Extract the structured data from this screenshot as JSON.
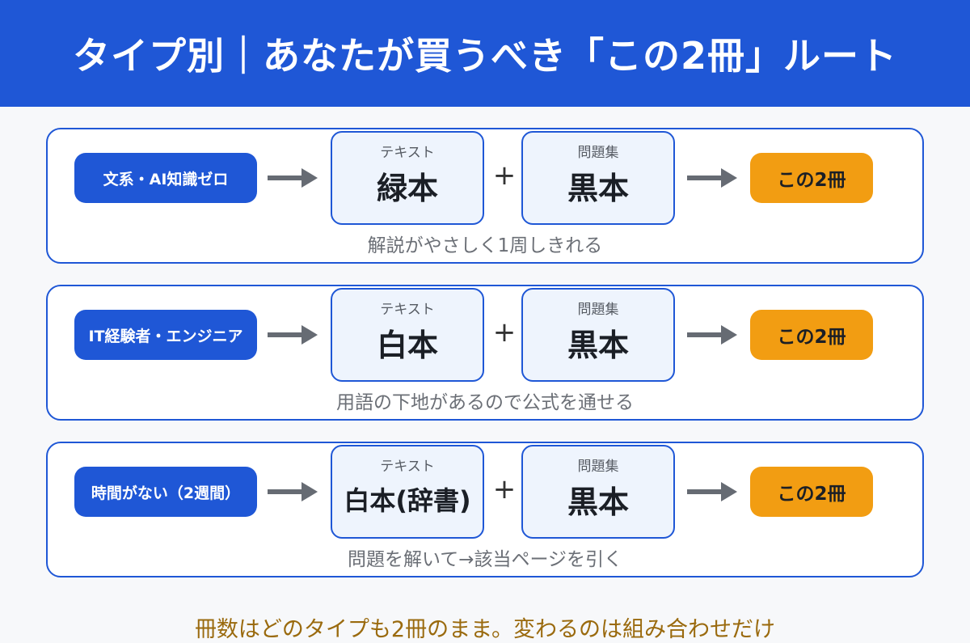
{
  "header": {
    "title": "タイプ別｜あなたが買うべき「この2冊」ルート"
  },
  "colors": {
    "primary": "#1f57d6",
    "accent": "#f29d12",
    "arrow": "#666b73",
    "book_bg": "#eef4fd",
    "footer_text": "#9a6a0e"
  },
  "routes": [
    {
      "type_label": "文系・AI知識ゼロ",
      "textbook": {
        "category": "テキスト",
        "title": "緑本"
      },
      "workbook": {
        "category": "問題集",
        "title": "黒本"
      },
      "plus": "+",
      "result": "この2冊",
      "note": "解説がやさしく1周しきれる",
      "icon": "arrow-right-icon"
    },
    {
      "type_label": "IT経験者・エンジニア",
      "textbook": {
        "category": "テキスト",
        "title": "白本"
      },
      "workbook": {
        "category": "問題集",
        "title": "黒本"
      },
      "plus": "+",
      "result": "この2冊",
      "note": "用語の下地があるので公式を通せる",
      "icon": "arrow-right-icon"
    },
    {
      "type_label": "時間がない（2週間）",
      "textbook": {
        "category": "テキスト",
        "title": "白本(辞書)"
      },
      "workbook": {
        "category": "問題集",
        "title": "黒本"
      },
      "plus": "+",
      "result": "この2冊",
      "note": "問題を解いて→該当ページを引く",
      "icon": "arrow-right-icon"
    }
  ],
  "footer": {
    "text": "冊数はどのタイプも2冊のまま。変わるのは組み合わせだけ"
  }
}
